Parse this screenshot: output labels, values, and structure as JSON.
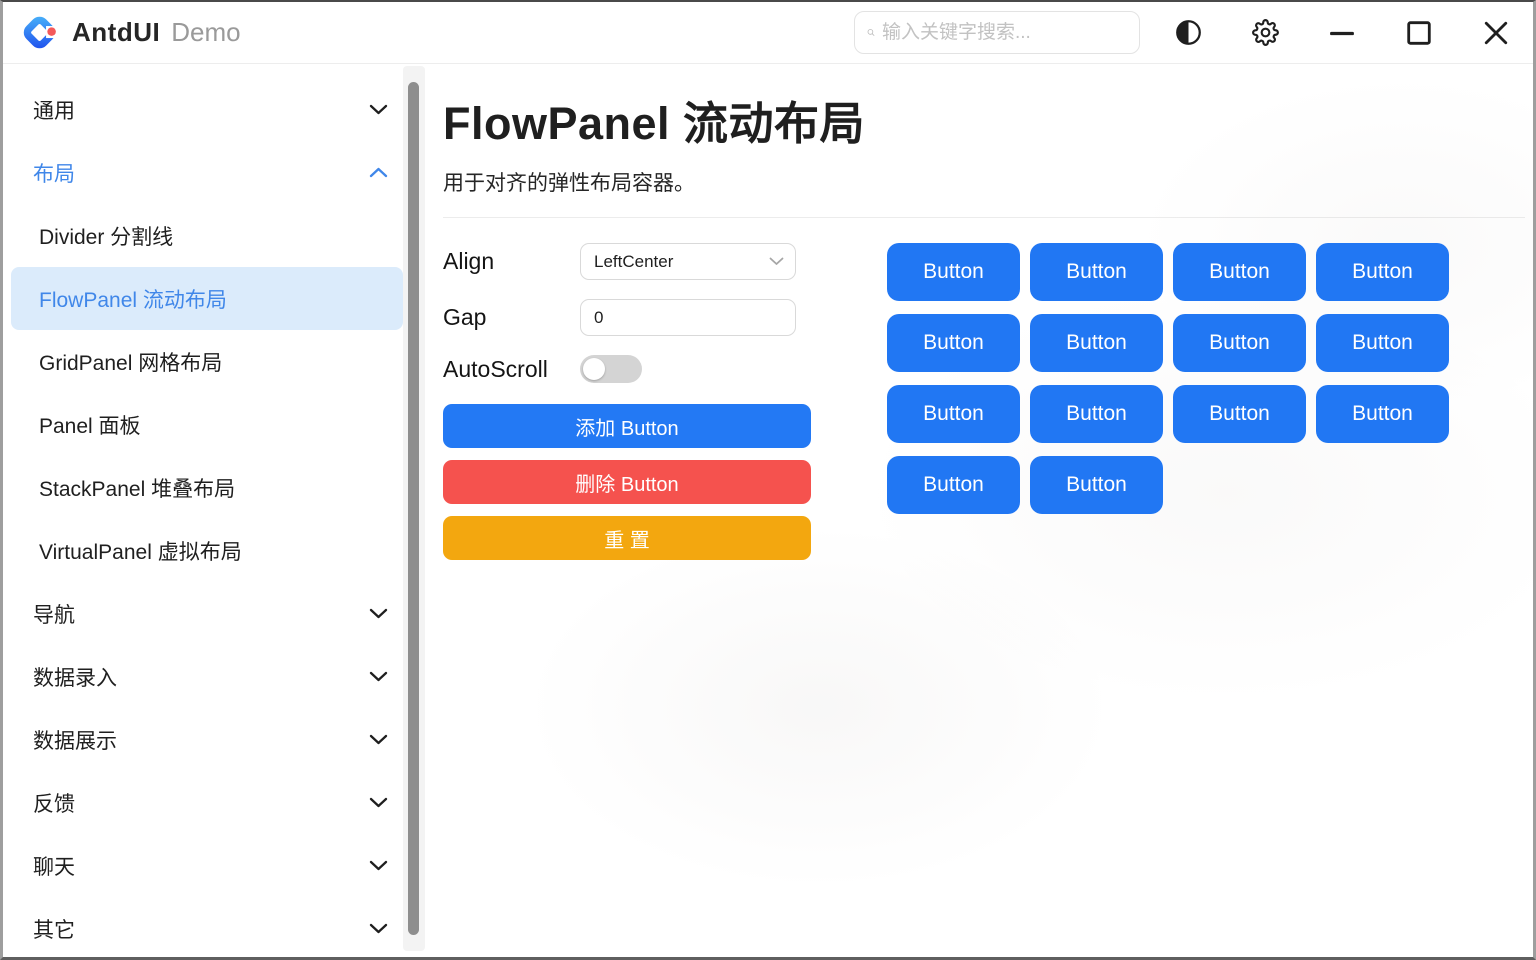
{
  "colors": {
    "primary": "#2177f3",
    "danger": "#f5524e",
    "warning": "#f3a70f",
    "sidebar_selected_bg": "#dbebfb",
    "sidebar_active_text": "#4087e9",
    "scroll_thumb": "#8e8e8e",
    "logo_red_dot": "#f4595a"
  },
  "header": {
    "brand": "AntdUI",
    "suffix": "Demo",
    "search_placeholder": "输入关键字搜索..."
  },
  "sidebar": {
    "items": [
      {
        "label": "通用",
        "type": "group",
        "chevron": "down"
      },
      {
        "label": "布局",
        "type": "group",
        "chevron": "up",
        "active": true
      },
      {
        "label": "Divider 分割线",
        "type": "child"
      },
      {
        "label": "FlowPanel 流动布局",
        "type": "child",
        "selected": true
      },
      {
        "label": "GridPanel 网格布局",
        "type": "child"
      },
      {
        "label": "Panel 面板",
        "type": "child"
      },
      {
        "label": "StackPanel 堆叠布局",
        "type": "child"
      },
      {
        "label": "VirtualPanel 虚拟布局",
        "type": "child"
      },
      {
        "label": "导航",
        "type": "group",
        "chevron": "down"
      },
      {
        "label": "数据录入",
        "type": "group",
        "chevron": "down"
      },
      {
        "label": "数据展示",
        "type": "group",
        "chevron": "down"
      },
      {
        "label": "反馈",
        "type": "group",
        "chevron": "down"
      },
      {
        "label": "聊天",
        "type": "group",
        "chevron": "down"
      },
      {
        "label": "其它",
        "type": "group",
        "chevron": "down"
      }
    ]
  },
  "main": {
    "title": "FlowPanel 流动布局",
    "subtitle": "用于对齐的弹性布局容器。",
    "form": {
      "align_label": "Align",
      "align_value": "LeftCenter",
      "gap_label": "Gap",
      "gap_value": "0",
      "autoscroll_label": "AutoScroll",
      "autoscroll_on": false,
      "add_label": "添加 Button",
      "delete_label": "删除 Button",
      "reset_label": "重 置"
    },
    "flow_buttons": [
      "Button",
      "Button",
      "Button",
      "Button",
      "Button",
      "Button",
      "Button",
      "Button",
      "Button",
      "Button",
      "Button",
      "Button",
      "Button",
      "Button"
    ]
  }
}
